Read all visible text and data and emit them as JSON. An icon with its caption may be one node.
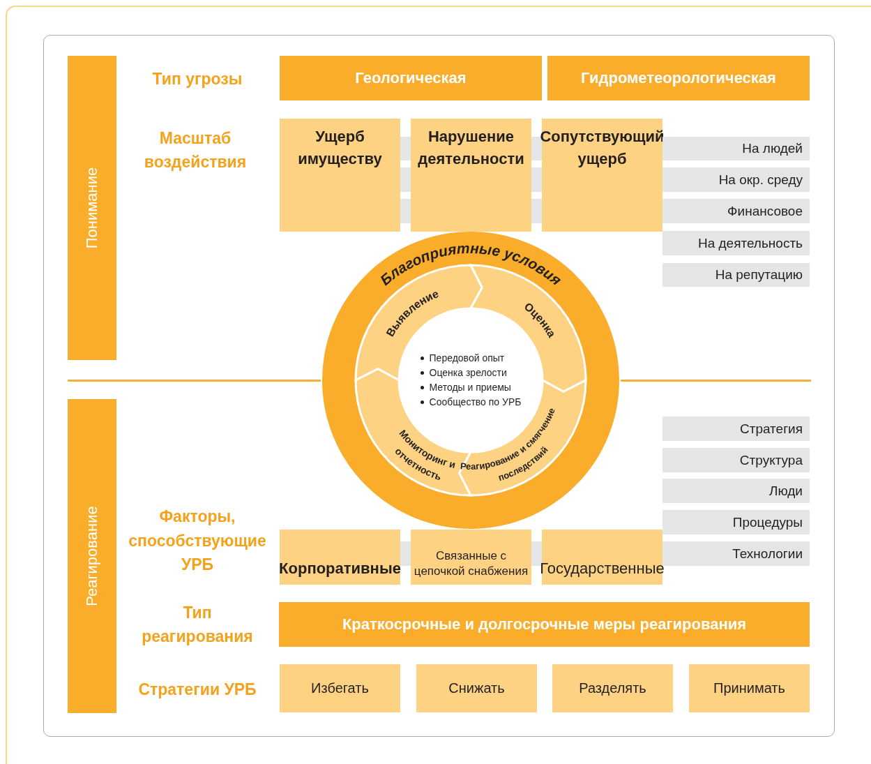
{
  "diagram": {
    "nodes": [
      {
        "text": [
          "Понимание"
        ]
      },
      {
        "text": [
          "Геологическая"
        ]
      },
      {
        "text": [
          "Гидрометеорологическая"
        ]
      },
      {
        "text": [
          "Ущерб имуществу"
        ]
      },
      {
        "text": [
          "Нарушение деятельности"
        ]
      },
      {
        "text": [
          "Сопутствующий ущерб"
        ]
      },
      {
        "text": [
          "На людей"
        ]
      },
      {
        "text": [
          "На окр. среду"
        ]
      },
      {
        "text": [
          "Финансовое"
        ]
      },
      {
        "text": [
          "На деятельность"
        ]
      },
      {
        "text": [
          "На репутацию"
        ]
      },
      {
        "text": [
          "Благоприятные условия"
        ]
      },
      {
        "text": [
          "Выявление"
        ],
        "in": 11
      },
      {
        "text": [
          "Оценка"
        ],
        "in": 11
      },
      {
        "text": [
          "Мониторинг и отчетность"
        ],
        "in": 11
      },
      {
        "text": [
          "Реагирование и смягчение последствий"
        ],
        "in": 11
      },
      {
        "text": [
          "Передовой опыт",
          "Оценка зрелости",
          "Методы и приемы",
          "Сообщество по УРБ"
        ],
        "in": 11
      },
      {
        "text": [
          "Реагирование"
        ]
      },
      {
        "text": [
          "Корпоративные"
        ]
      },
      {
        "text": [
          "Связанные с цепочкой снабжения"
        ]
      },
      {
        "text": [
          "Государственные"
        ]
      },
      {
        "text": [
          "Стратегия"
        ]
      },
      {
        "text": [
          "Структура"
        ]
      },
      {
        "text": [
          "Люди"
        ]
      },
      {
        "text": [
          "Процедуры"
        ]
      },
      {
        "text": [
          "Технологии"
        ]
      },
      {
        "text": [
          "Краткосрочные и долгосрочные меры реагирования"
        ]
      },
      {
        "text": [
          "Избегать"
        ]
      },
      {
        "text": [
          "Снижать"
        ]
      },
      {
        "text": [
          "Разделять"
        ]
      },
      {
        "text": [
          "Принимать"
        ]
      }
    ],
    "edges": [],
    "labels": [
      "Тип угрозы",
      "Масштаб воздействия",
      "Факторы, способствующие УРБ",
      "Тип реагирования",
      "Стратегии УРБ"
    ]
  }
}
